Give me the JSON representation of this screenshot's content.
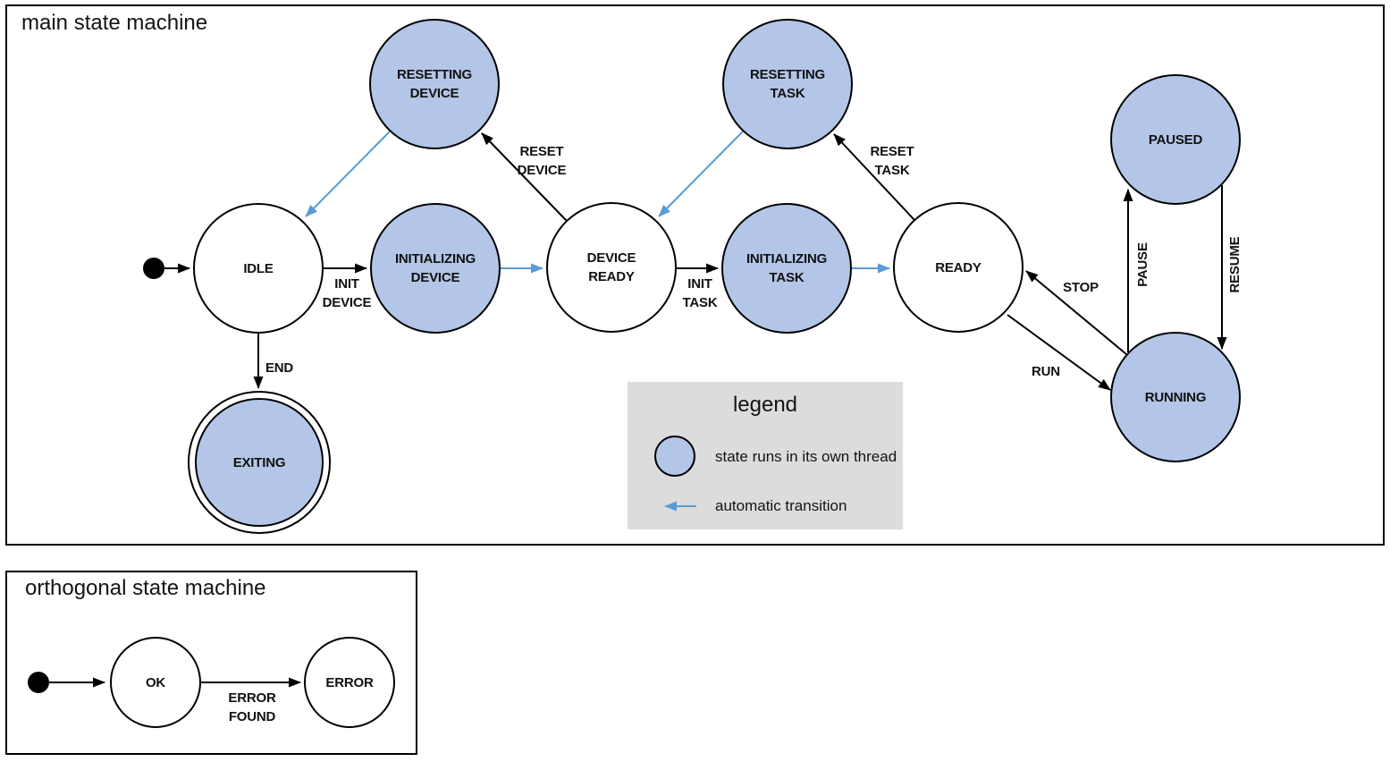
{
  "colors": {
    "state_thread_fill": "#b3c6e7",
    "state_border": "#000000",
    "automatic_transition": "#5b9bd5",
    "legend_background": "#dcdcdc",
    "normal_transition": "#000000"
  },
  "main": {
    "title": "main state machine",
    "states": {
      "resetting_device": "RESETTING DEVICE",
      "resetting_task": "RESETTING TASK",
      "paused": "PAUSED",
      "idle": "IDLE",
      "initializing_device": "INITIALIZING DEVICE",
      "device_ready": "DEVICE READY",
      "initializing_task": "INITIALIZING TASK",
      "ready": "READY",
      "running": "RUNNING",
      "exiting": "EXITING"
    },
    "transitions": {
      "init_device": "INIT DEVICE",
      "reset_device": "RESET DEVICE",
      "init_task": "INIT TASK",
      "reset_task": "RESET TASK",
      "run": "RUN",
      "stop": "STOP",
      "pause": "PAUSE",
      "resume": "RESUME",
      "end": "END"
    }
  },
  "legend": {
    "title": "legend",
    "thread_label": "state runs in its own thread",
    "auto_label": "automatic transition"
  },
  "orthogonal": {
    "title": "orthogonal state machine",
    "states": {
      "ok": "OK",
      "error": "ERROR"
    },
    "transitions": {
      "error_found": "ERROR FOUND"
    }
  }
}
